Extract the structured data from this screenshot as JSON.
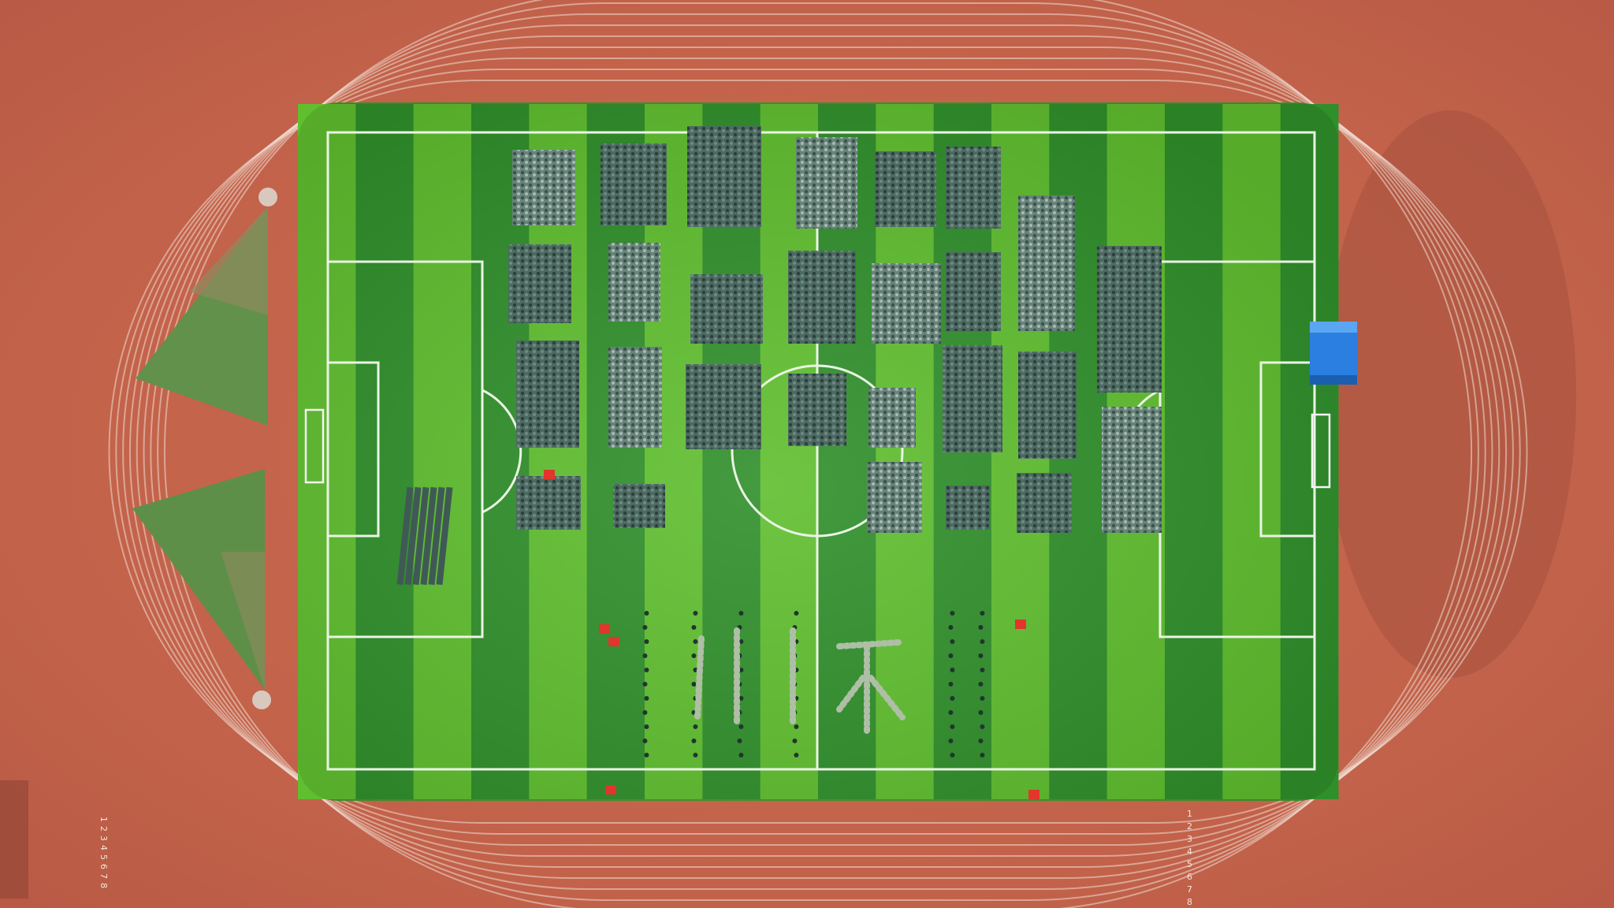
{
  "scene": {
    "description_kind": "aerial-photo",
    "subject": "stadium-formation",
    "colors": {
      "track": "#c86a4e",
      "track_dark": "#a9543d",
      "track_lines": "#f1ddd2",
      "grass_light": "#5fbf2e",
      "grass_dark": "#2f8f2a",
      "field_lines": "#eaf5e4",
      "infield_grass": "#5c8c4a",
      "student_formation": "#3f5a55",
      "flag_red": "#e2352c",
      "tent_blue": "#2a7fe0"
    }
  },
  "track": {
    "lane_numbers_left": [
      "1",
      "2",
      "3",
      "4",
      "5",
      "6",
      "7",
      "8"
    ],
    "lane_numbers_right": [
      "1",
      "2",
      "3",
      "4",
      "5",
      "6",
      "7",
      "8"
    ]
  },
  "formations": {
    "block_rows": 4,
    "block_columns": 8
  }
}
